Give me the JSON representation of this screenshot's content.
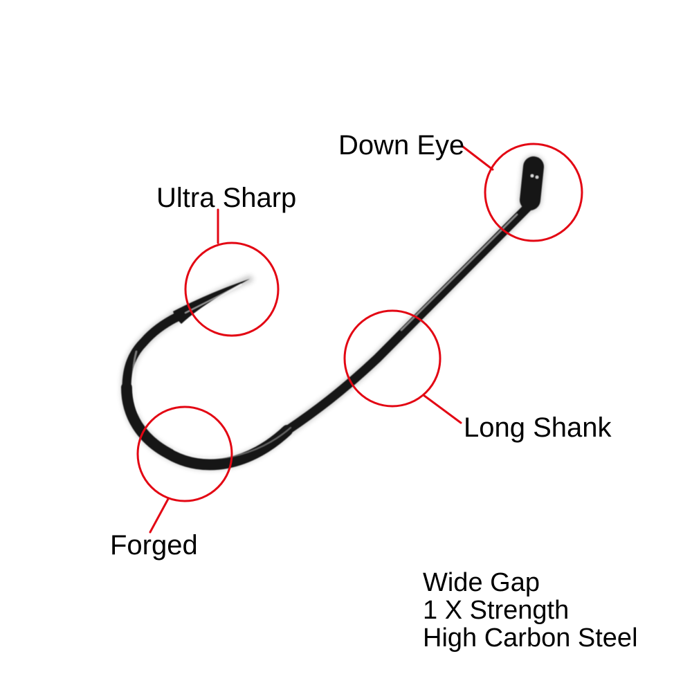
{
  "image": {
    "subject": "fishing hook product photo with feature callouts"
  },
  "callouts": [
    {
      "id": "down-eye",
      "label": "Down Eye"
    },
    {
      "id": "ultra-sharp",
      "label": "Ultra Sharp"
    },
    {
      "id": "long-shank",
      "label": "Long Shank"
    },
    {
      "id": "forged",
      "label": "Forged"
    }
  ],
  "specs": {
    "lines": [
      "Wide Gap",
      "1 X Strength",
      "High Carbon Steel"
    ]
  },
  "colors": {
    "annotation": "#e30613",
    "hook": "#151515",
    "text": "#000000",
    "background": "#ffffff"
  }
}
